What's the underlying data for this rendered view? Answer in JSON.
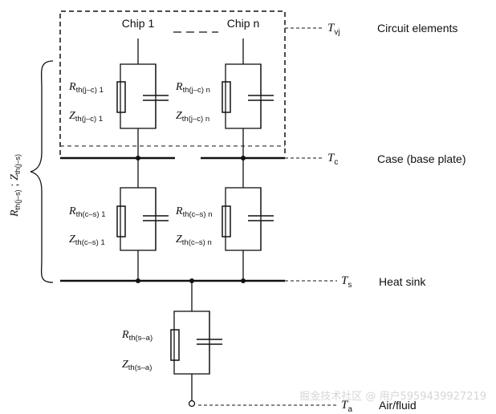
{
  "chip_labels": {
    "chip_1": "Chip 1",
    "chip_n": "Chip n"
  },
  "node_labels": {
    "tvj": {
      "sym": "T",
      "sub": "vj"
    },
    "tc": {
      "sym": "T",
      "sub": "c"
    },
    "ts": {
      "sym": "T",
      "sub": "s"
    },
    "ta": {
      "sym": "T",
      "sub": "a"
    }
  },
  "layer_labels": {
    "circuit": "Circuit elements",
    "case": "Case (base plate)",
    "heatsink": "Heat sink",
    "air": "Air/fluid"
  },
  "brace_label": {
    "r_sym": "R",
    "r_sub": "th(j–s)",
    "sep": " ; ",
    "z_sym": "Z",
    "z_sub": "th(j–s)"
  },
  "components": {
    "rjc1": {
      "sym": "R",
      "sub": "th(j–c) 1"
    },
    "zjc1": {
      "sym": "Z",
      "sub": "th(j–c) 1"
    },
    "rjcn": {
      "sym": "R",
      "sub": "th(j–c) n"
    },
    "zjcn": {
      "sym": "Z",
      "sub": "th(j–c) n"
    },
    "rcs1": {
      "sym": "R",
      "sub": "th(c–s) 1"
    },
    "zcs1": {
      "sym": "Z",
      "sub": "th(c–s) 1"
    },
    "rcsn": {
      "sym": "R",
      "sub": "th(c–s) n"
    },
    "zcsn": {
      "sym": "Z",
      "sub": "th(c–s) n"
    },
    "rsa": {
      "sym": "R",
      "sub": "th(s–a)"
    },
    "zsa": {
      "sym": "Z",
      "sub": "th(s–a)"
    }
  },
  "watermark": "掘金技术社区 @ 用户5959439927219"
}
